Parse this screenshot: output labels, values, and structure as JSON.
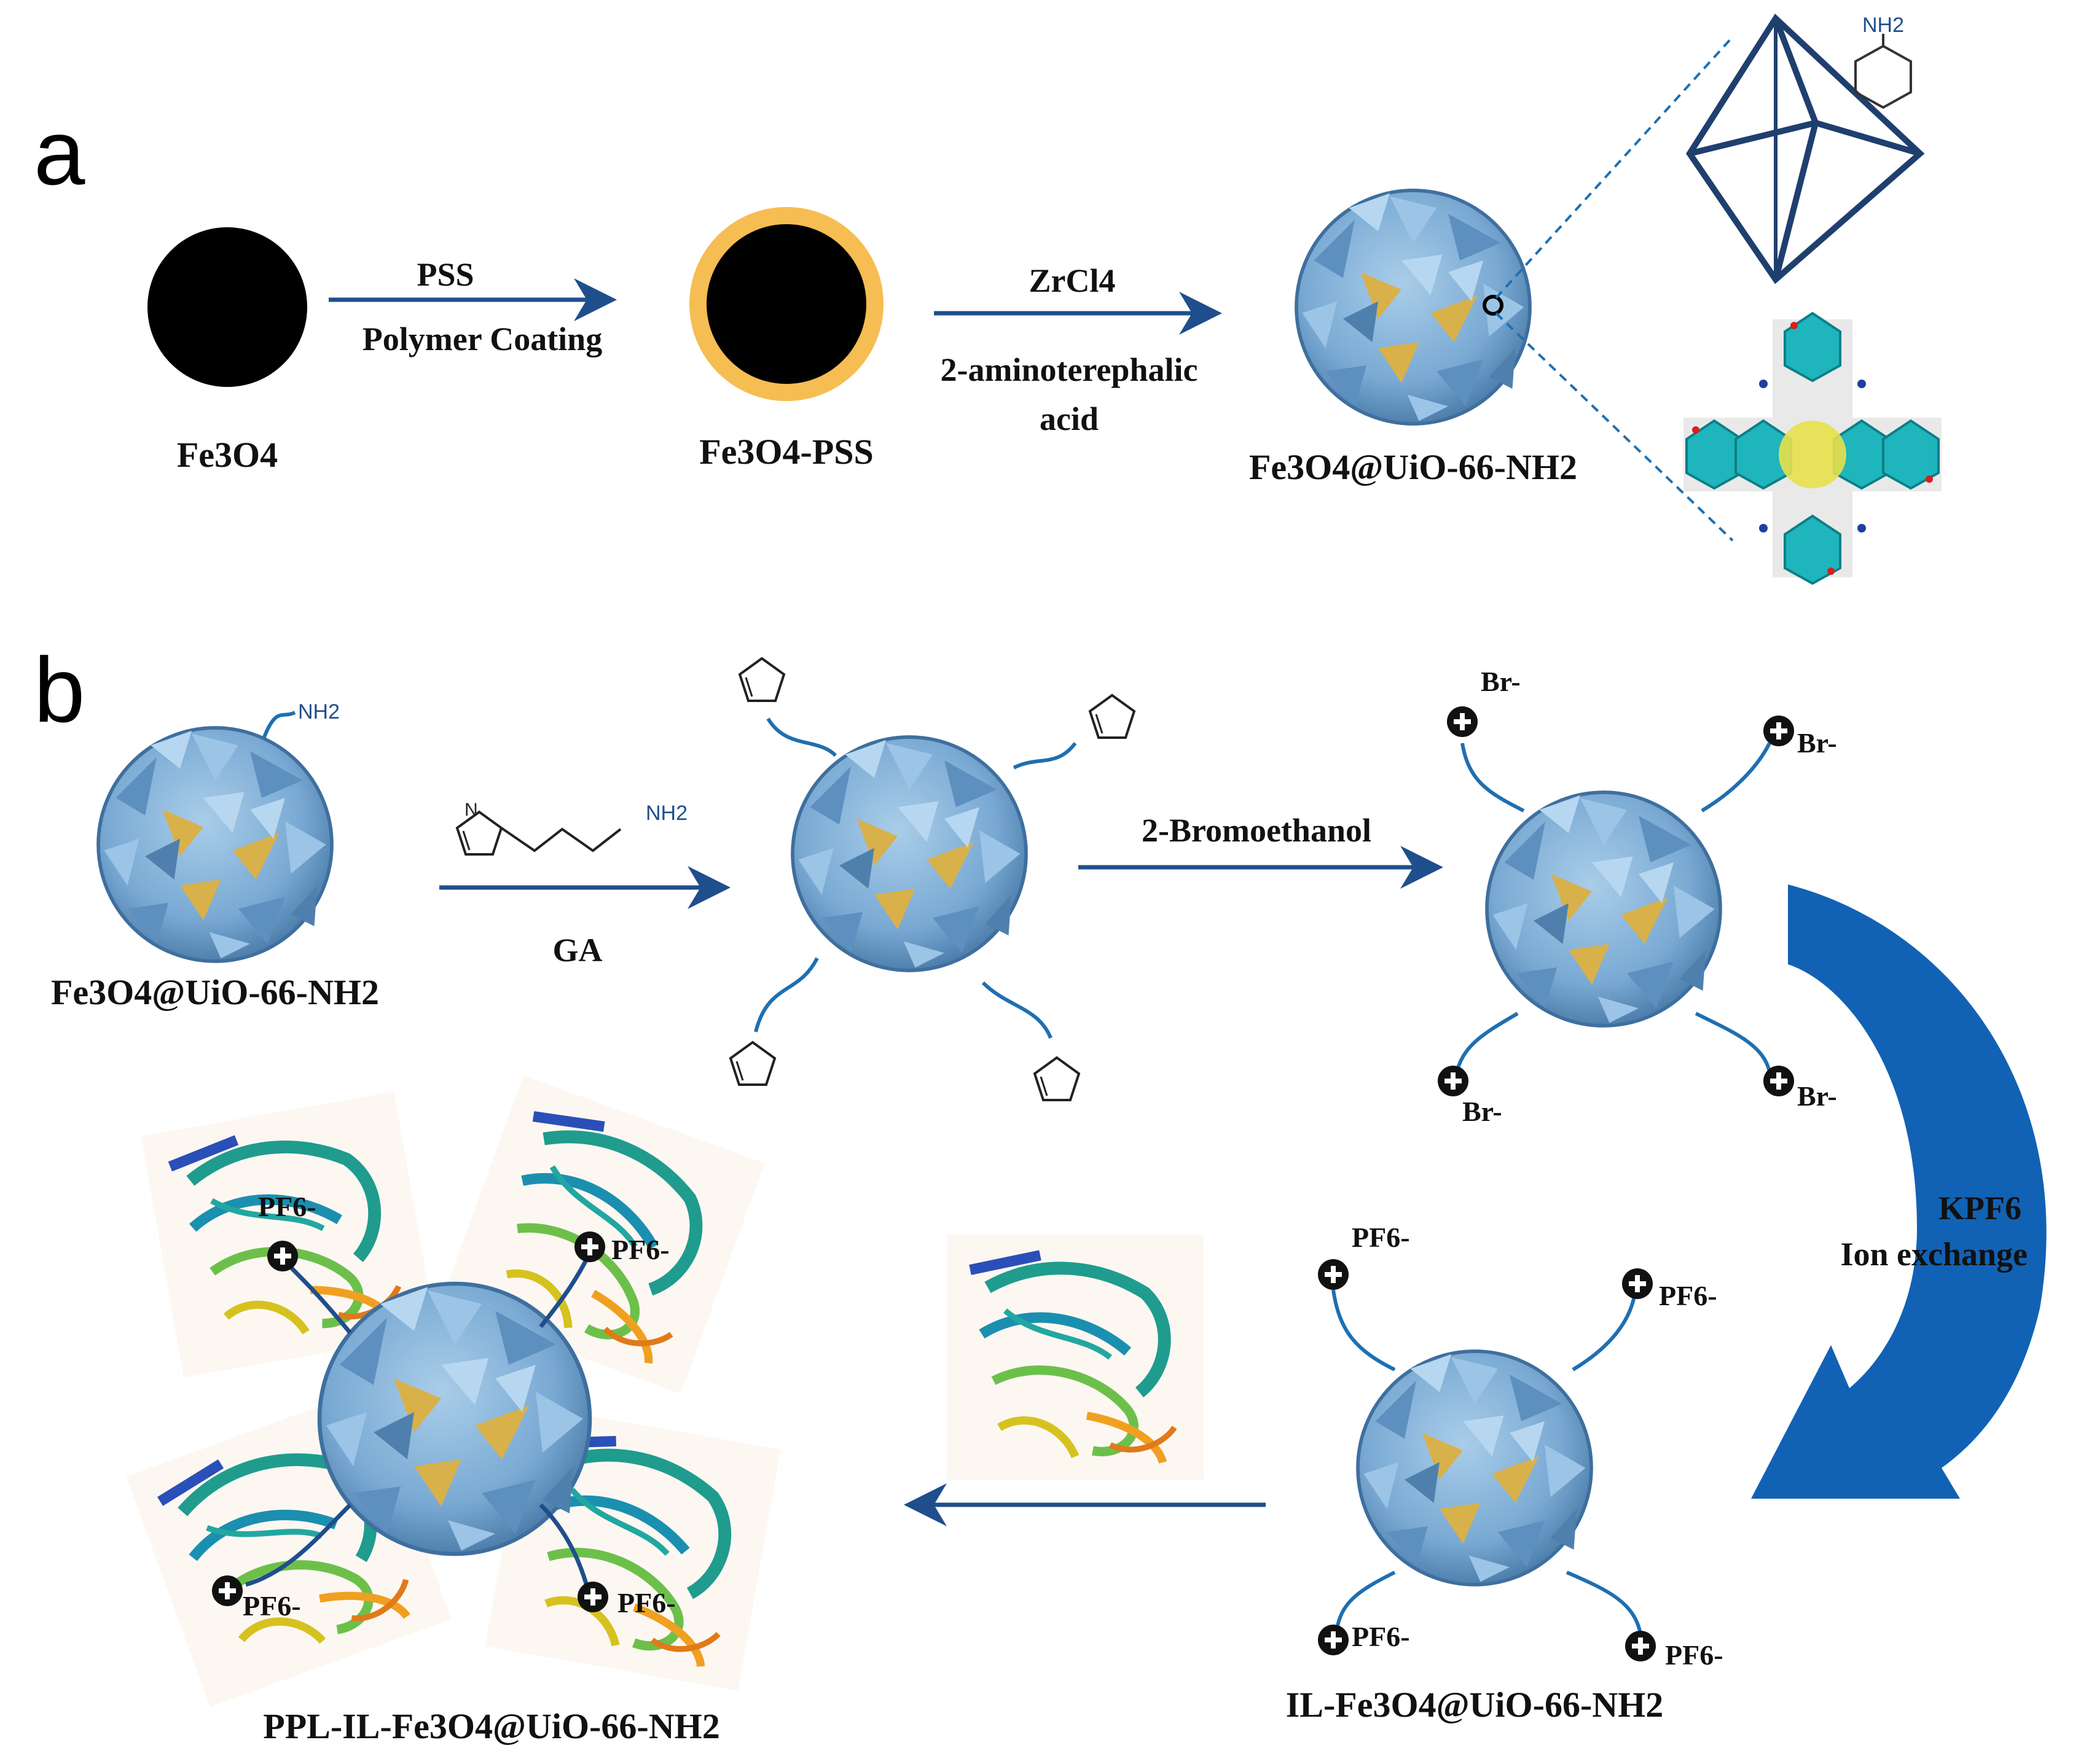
{
  "panels": {
    "a": "a",
    "b": "b"
  },
  "panel_a": {
    "fe3o4_label": "Fe3O4",
    "step1_top": "PSS",
    "step1_bottom": "Polymer Coating",
    "fe3o4_pss_label": "Fe3O4-PSS",
    "step2_top": "ZrCl4",
    "step2_line1": "2-aminoterephalic",
    "step2_line2": "acid",
    "mof_label": "Fe3O4@UiO-66-NH2",
    "linker_group": "NH2"
  },
  "panel_b": {
    "start_label": "Fe3O4@UiO-66-NH2",
    "start_group": "NH2",
    "reagent_group": "NH2",
    "reagent_atom": "N",
    "step1_label": "GA",
    "step2_label": "2-Bromoethanol",
    "counter_ion_1": "Br-",
    "counter_ion_2": "PF6-",
    "step3_line1": "KPF6",
    "step3_line2": "Ion exchange",
    "il_label": "IL-Fe3O4@UiO-66-NH2",
    "ppl_label": "PPL-IL-Fe3O4@UiO-66-NH2"
  },
  "colors": {
    "arrow": "#1f4e8c",
    "mof_blue": "#7aaed6",
    "mof_dark": "#3f6f9e",
    "gold": "#f6bd52",
    "cyan": "#1fb5bd",
    "curved_arrow": "#1162b4"
  }
}
